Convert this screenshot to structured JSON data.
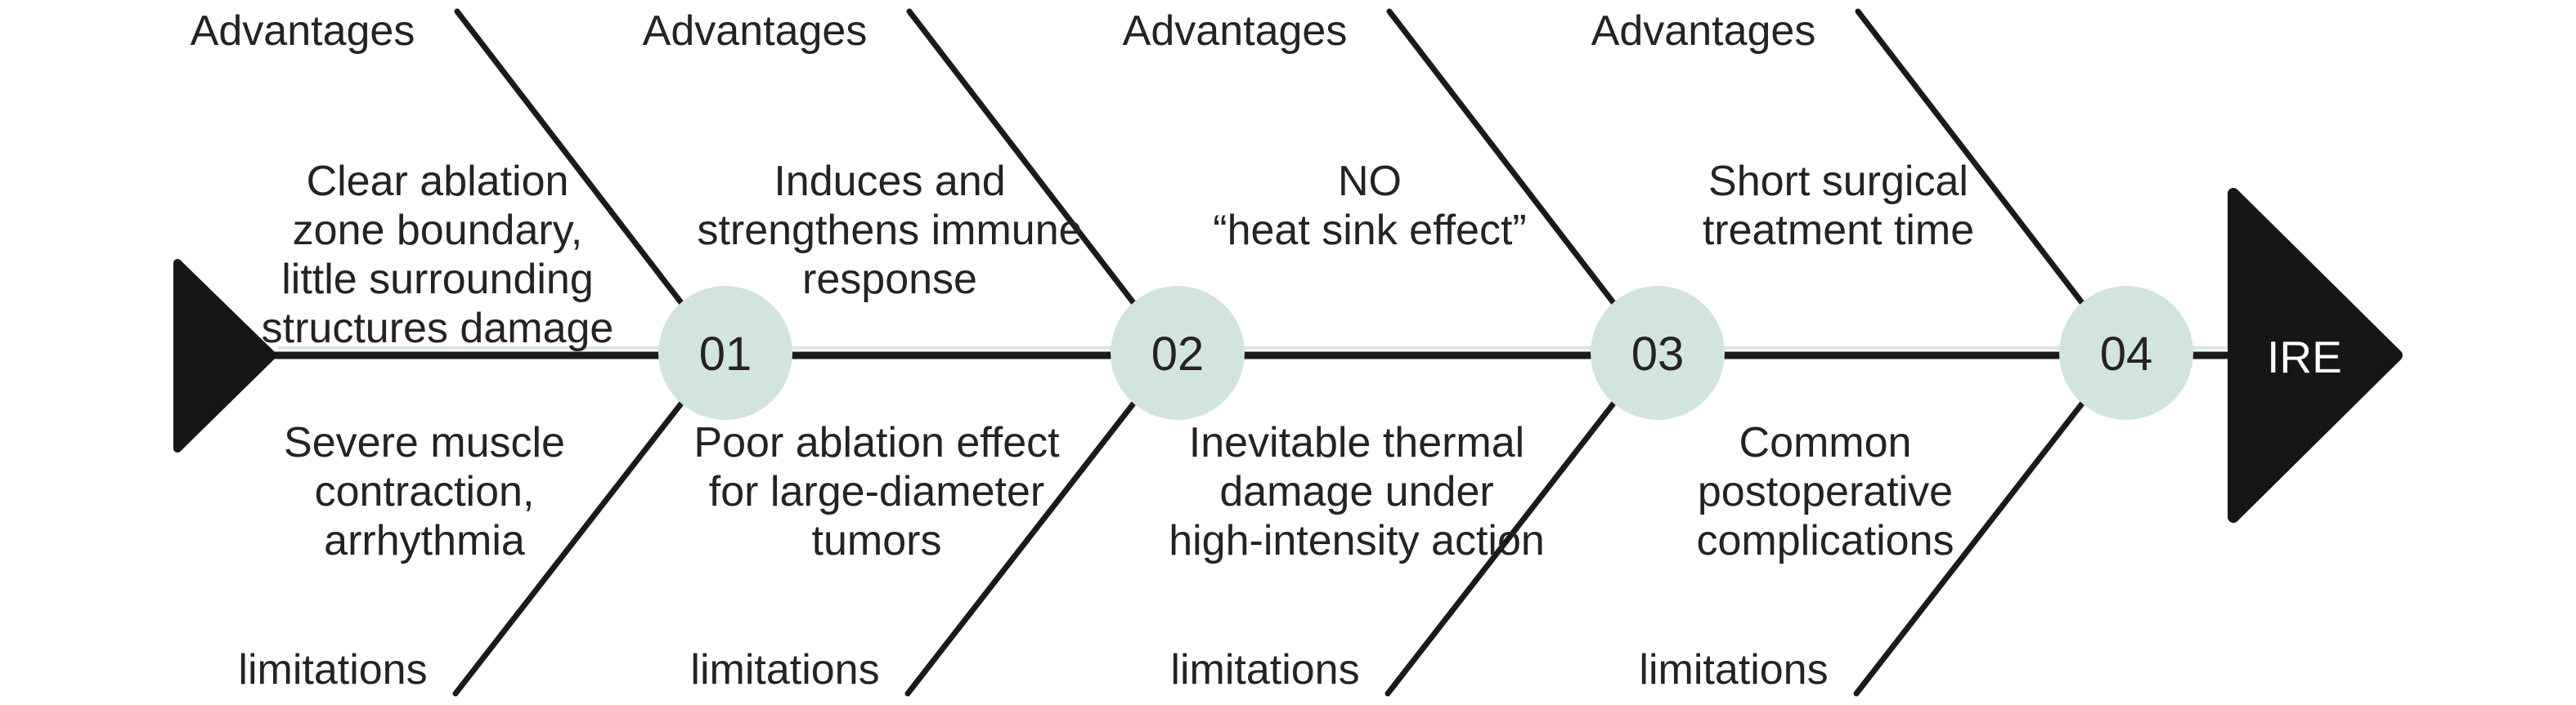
{
  "diagram": {
    "ire_label": "IRE",
    "advantages_label": "Advantages",
    "limitations_label": "limitations",
    "sections": [
      {
        "number": "01",
        "advantages_lines": [
          "Clear ablation",
          "zone boundary,",
          "little surrounding",
          "structures damage"
        ],
        "limitations_lines": [
          "Severe muscle",
          "contraction,",
          "arrhythmia"
        ]
      },
      {
        "number": "02",
        "advantages_lines": [
          "Induces and",
          "strengthens immune",
          "response"
        ],
        "limitations_lines": [
          "Poor ablation effect",
          "for large-diameter",
          "tumors"
        ]
      },
      {
        "number": "03",
        "advantages_lines": [
          "NO",
          "“heat sink effect”"
        ],
        "limitations_lines": [
          "Inevitable thermal",
          "damage under",
          "high-intensity action"
        ]
      },
      {
        "number": "04",
        "advantages_lines": [
          "Short surgical",
          "treatment time"
        ],
        "limitations_lines": [
          "Common",
          "postoperative",
          "complications"
        ]
      }
    ],
    "colors": {
      "node_fill": "#d2e4df",
      "line": "#1a1a1a",
      "arrow_fill": "#161616",
      "text": "#262223",
      "ire_text": "#ffffff",
      "background": "#ffffff",
      "spine_highlight": "#dce8e5"
    }
  }
}
